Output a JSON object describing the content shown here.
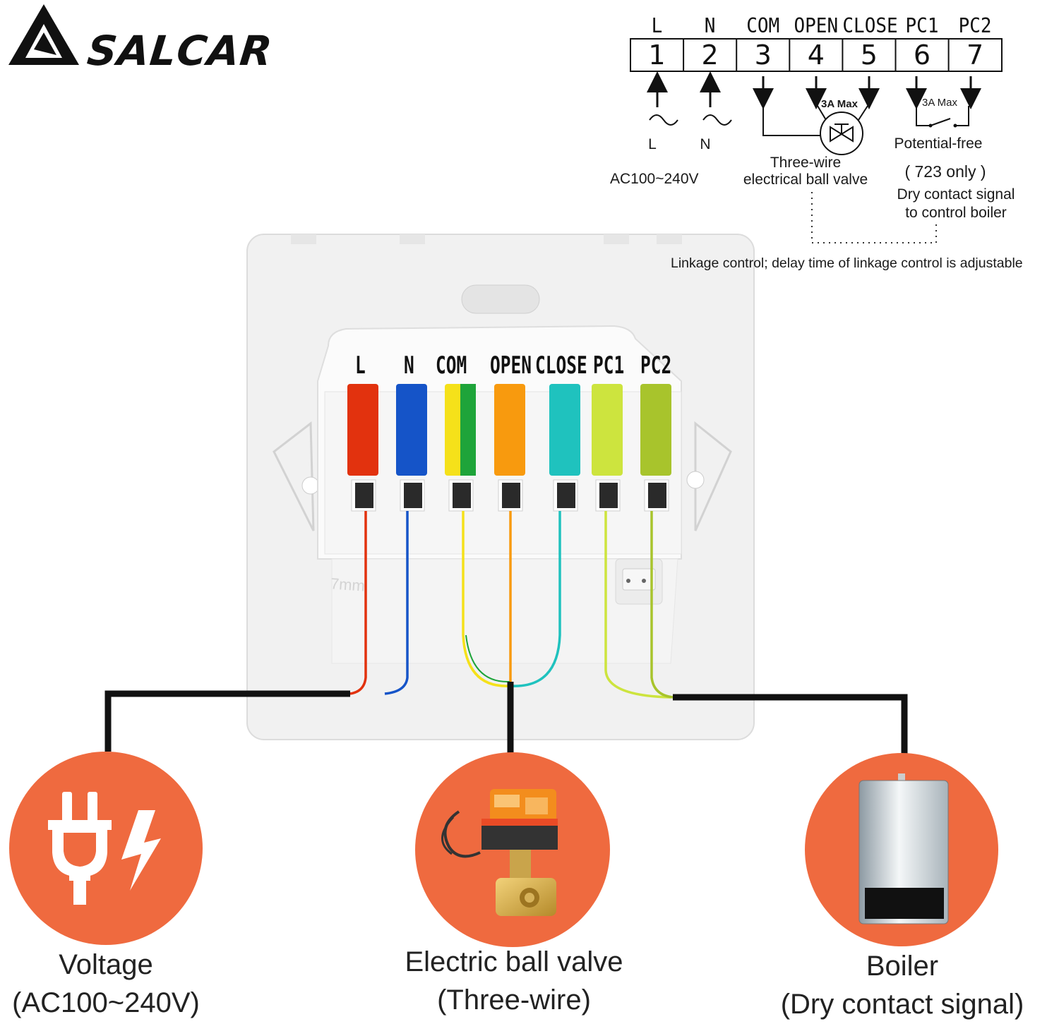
{
  "brand": {
    "name": "SALCAR",
    "logo_icon": "triangle-logo-icon"
  },
  "terminal_block": {
    "labels": [
      "L",
      "N",
      "COM",
      "OPEN",
      "CLOSE",
      "PC1",
      "PC2"
    ],
    "numbers": [
      "1",
      "2",
      "3",
      "4",
      "5",
      "6",
      "7"
    ]
  },
  "schematic": {
    "l_symbol": "L",
    "n_symbol": "N",
    "supply": "AC100~240V",
    "valve_max": "3A Max",
    "valve_desc_line1": "Three-wire",
    "valve_desc_line2": "electrical ball valve",
    "relay_max": "3A Max",
    "relay_line1": "Potential-free",
    "relay_line2": "( 723 only )",
    "relay_line3": "Dry contact signal",
    "relay_line4": "to control boiler",
    "linkage_note": "Linkage control; delay time of linkage control is adjustable"
  },
  "device": {
    "terminal_labels": [
      "L",
      "N",
      "COM",
      "OPEN",
      "CLOSE",
      "PC1",
      "PC2"
    ],
    "wire_colors": [
      "#e2320e",
      "#1554c8",
      "#f5e11a",
      "#f89a0e",
      "#1fc2be",
      "#cde43e",
      "#a8c42c"
    ],
    "com_stripe_color": "#1ea43a",
    "embossed": "7mm"
  },
  "accent_color": "#ef6a3f",
  "loads": [
    {
      "icon": "plug-lightning-icon",
      "line1": "Voltage",
      "line2": "(AC100~240V)"
    },
    {
      "icon": "ball-valve-icon",
      "line1": "Electric ball valve",
      "line2": "(Three-wire)"
    },
    {
      "icon": "boiler-icon",
      "line1": "Boiler",
      "line2": "(Dry contact signal)"
    }
  ]
}
